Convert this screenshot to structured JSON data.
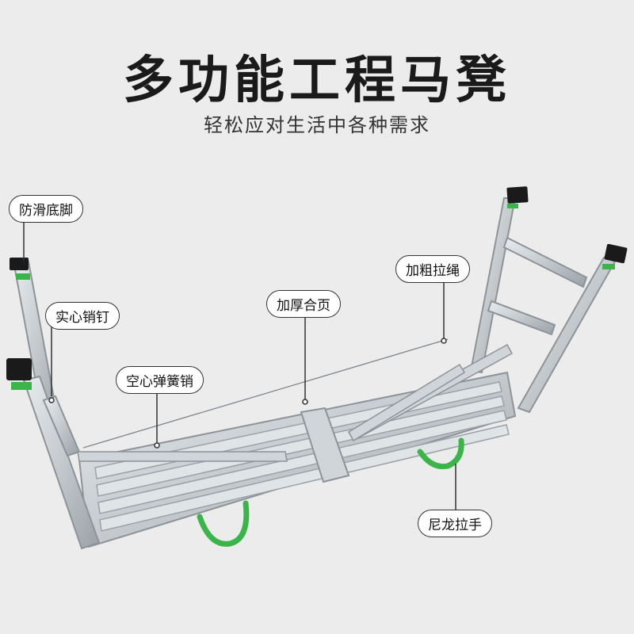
{
  "header": {
    "title": "多功能工程马凳",
    "subtitle": "轻松应对生活中各种需求"
  },
  "callouts": {
    "anti_slip_feet": "防滑底脚",
    "solid_pin": "实心销钉",
    "hollow_spring_pin": "空心弹簧销",
    "thick_hinge": "加厚合页",
    "thick_rope": "加粗拉绳",
    "nylon_handle": "尼龙拉手"
  },
  "colors": {
    "background": "#ececec",
    "aluminum": "#c9cfd3",
    "strap_green": "#3bb54a",
    "foot_black": "#1a1a1a"
  }
}
